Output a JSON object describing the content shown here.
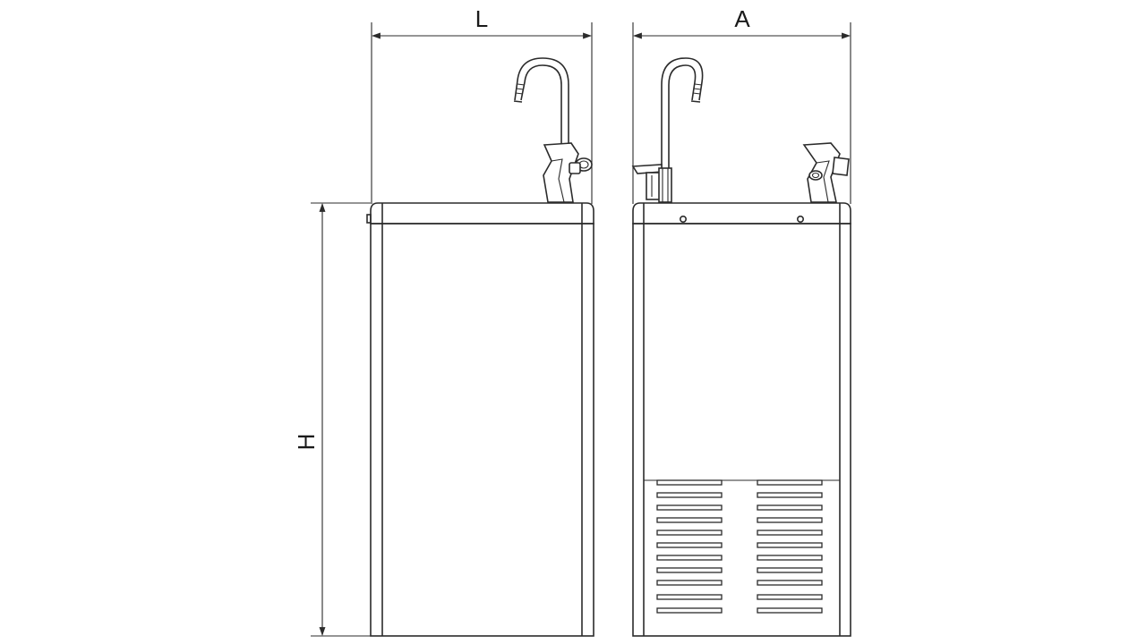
{
  "dimensions": {
    "width_label": "L",
    "depth_label": "A",
    "height_label": "H"
  }
}
